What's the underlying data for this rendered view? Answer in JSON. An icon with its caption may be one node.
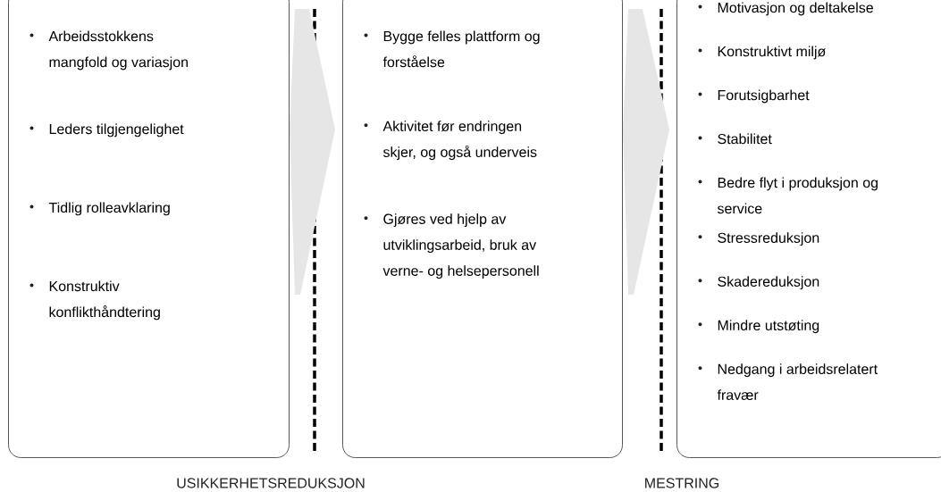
{
  "diagram": {
    "nodes": [
      {
        "text": [
          "Arbeidsstokkens mangfold og variasjon",
          "Leders tilgjengelighet",
          "Tidlig rolleavklaring",
          "Konstruktiv konflikthåndtering"
        ]
      },
      {
        "text": [
          "Bygge felles plattform og forståelse",
          "Aktivitet før endringen skjer, og også underveis",
          "Gjøres ved hjelp av utviklingsarbeid, bruk av verne- og helsepersonell"
        ]
      },
      {
        "text": [
          "Motivasjon og deltakelse",
          "Konstruktivt miljø",
          "Forutsigbarhet",
          "Stabilitet",
          "Bedre flyt i produksjon og service",
          "Stressreduksjon",
          "Skadereduksjon",
          "Mindre utstøting",
          "Nedgang i arbeidsrelatert fravær"
        ]
      }
    ],
    "edges": [
      {
        "from": 0,
        "to": 1,
        "arrow": "to"
      },
      {
        "from": 1,
        "to": 2,
        "arrow": "to"
      }
    ],
    "labels": [
      "USIKKERHETSREDUKSJON",
      "MESTRING"
    ]
  }
}
